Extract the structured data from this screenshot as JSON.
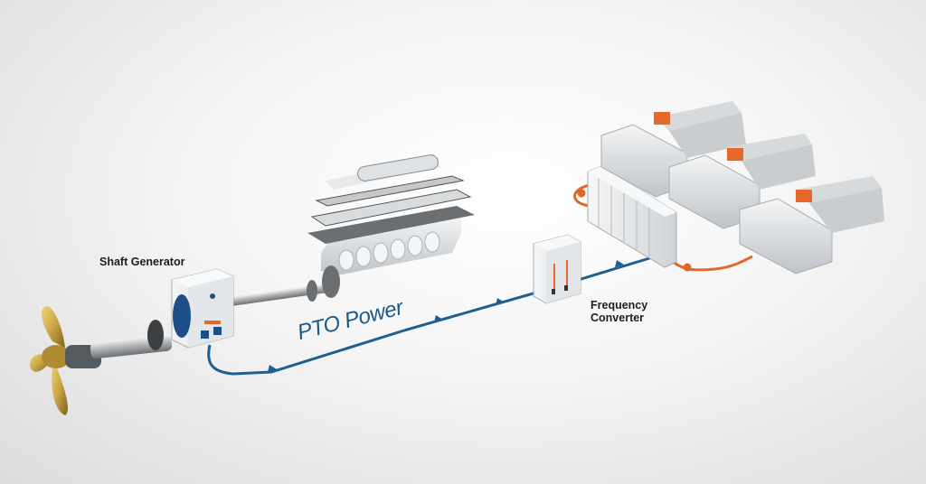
{
  "labels": {
    "shaft_generator": "Shaft Generator",
    "frequency_converter_line1": "Frequency",
    "frequency_converter_line2": "Converter",
    "pto_power": "PTO Power"
  },
  "colors": {
    "background": "#eeeeee",
    "cable_blue": "#1f5f8f",
    "cable_orange": "#e2682a",
    "propeller_gold": "#c9a544",
    "machine_grey": "#d5d9dc",
    "accent_orange": "#e5682a",
    "accent_blue": "#1d4f86"
  },
  "icons": {
    "propeller": "propeller-icon",
    "shaft_generator": "shaft-generator-icon",
    "main_engine": "main-engine-icon",
    "frequency_converter": "frequency-converter-icon",
    "switchboard": "switchboard-icon",
    "auxiliary_generator": "genset-icon"
  }
}
